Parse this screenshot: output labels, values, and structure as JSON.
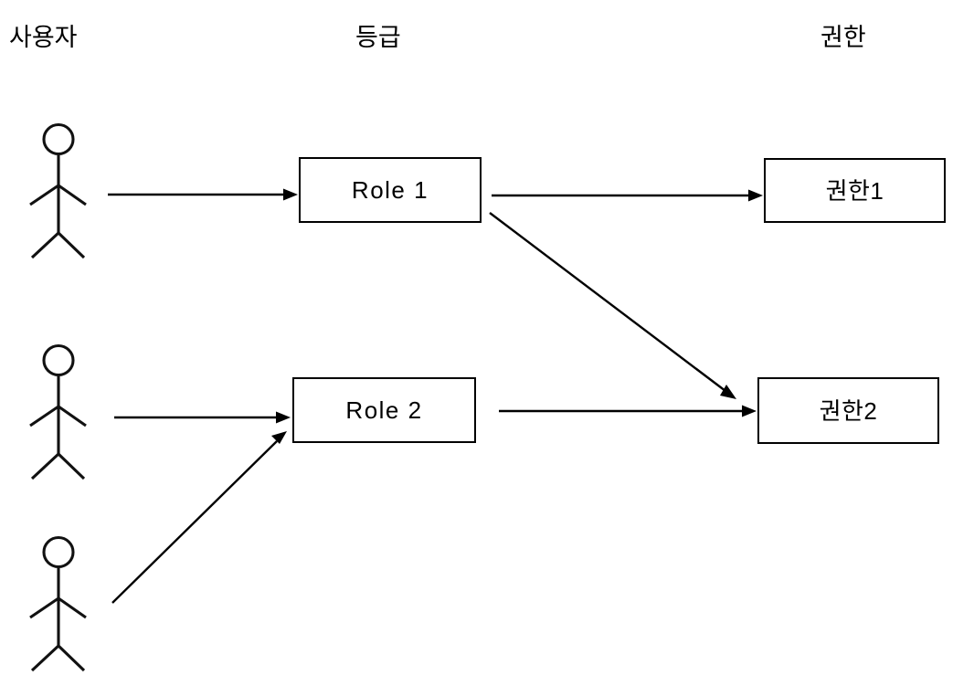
{
  "diagram": {
    "title_columns": [
      {
        "id": "users",
        "label": "사용자"
      },
      {
        "id": "roles",
        "label": "등급"
      },
      {
        "id": "permissions",
        "label": "권한"
      }
    ],
    "actors": [
      {
        "id": "actor-1",
        "label": ""
      },
      {
        "id": "actor-2",
        "label": ""
      },
      {
        "id": "actor-3",
        "label": ""
      }
    ],
    "boxes": [
      {
        "id": "role-1",
        "label": "Role 1",
        "column": "roles"
      },
      {
        "id": "role-2",
        "label": "Role 2",
        "column": "roles"
      },
      {
        "id": "perm-1",
        "label": "권한1",
        "column": "permissions"
      },
      {
        "id": "perm-2",
        "label": "권한2",
        "column": "permissions"
      }
    ],
    "edges": [
      {
        "id": "edge-actor1-role1",
        "from": "actor-1",
        "to": "role-1",
        "kind": "straight"
      },
      {
        "id": "edge-role1-perm1",
        "from": "role-1",
        "to": "perm-1",
        "kind": "straight"
      },
      {
        "id": "edge-role1-perm2",
        "from": "role-1",
        "to": "perm-2",
        "kind": "diagonal"
      },
      {
        "id": "edge-actor2-role2",
        "from": "actor-2",
        "to": "role-2",
        "kind": "straight"
      },
      {
        "id": "edge-actor3-role2",
        "from": "actor-3",
        "to": "role-2",
        "kind": "diagonal"
      },
      {
        "id": "edge-role2-perm2",
        "from": "role-2",
        "to": "perm-2",
        "kind": "straight"
      }
    ],
    "colors": {
      "stroke": "#000000",
      "background": "#ffffff",
      "text": "#000000"
    }
  }
}
